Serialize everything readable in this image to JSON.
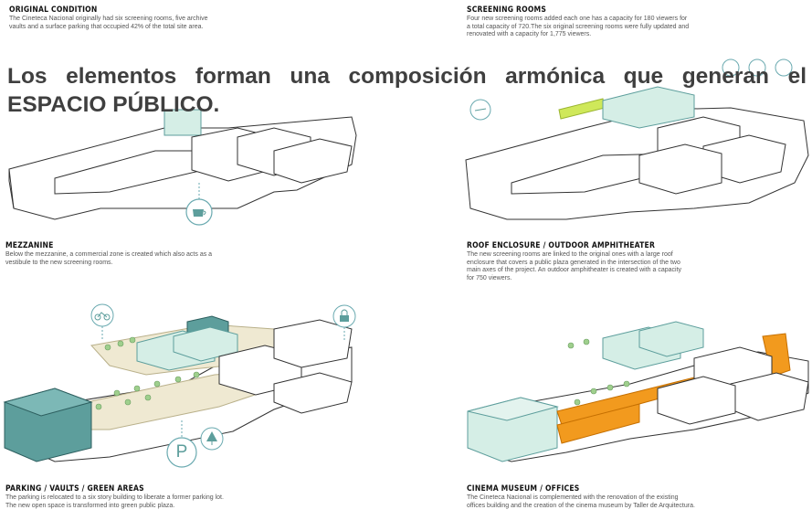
{
  "panels": [
    {
      "title": "ORIGINAL CONDITION",
      "text": "The Cineteca Nacional originally had six screening rooms, five archive vaults and a surface parking that occupied 42% of the total site area."
    },
    {
      "title": "SCREENING ROOMS",
      "text": "Four new screening rooms added each one has a capacity for 180 viewers for a total capacity of 720.The six original screening rooms were fully updated and renovated with a capacity for 1,775 viewers."
    },
    {
      "title": "MEZZANINE",
      "text": "Below the mezzanine, a commercial zone is created which also acts as a vestibule to the new screening rooms."
    },
    {
      "title": "ROOF ENCLOSURE / OUTDOOR AMPHITHEATER",
      "text": "The new screening rooms are linked to the original ones with a large roof enclosure that covers a public plaza generated in the intersection of the two main axes of the project. An outdoor amphitheater is created with a capacity for 750 viewers."
    },
    {
      "title": "PARKING / VAULTS / GREEN AREAS",
      "text": "The parking is relocated to a six story building to liberate a former parking lot. The new open space is transformed into green public plaza."
    },
    {
      "title": "CINEMA MUSEUM / OFFICES",
      "text": "The Cineteca Nacional is complemented with the renovation of the existing offices building and the creation of the cinema museum by Taller de Arquitectura."
    }
  ],
  "overlay": {
    "text": "Los elementos forman una composición armónica que generan el ESPACIO PÚBLICO."
  },
  "icons": {
    "parking_letter": "P"
  },
  "colors": {
    "teal": "#5d9e9c",
    "mint": "#d5eee6",
    "green_accent": "#cfe85a",
    "orange": "#f29a1e",
    "sand": "#efe9d2",
    "line": "#333333",
    "icon_ring": "#6aaab0"
  }
}
